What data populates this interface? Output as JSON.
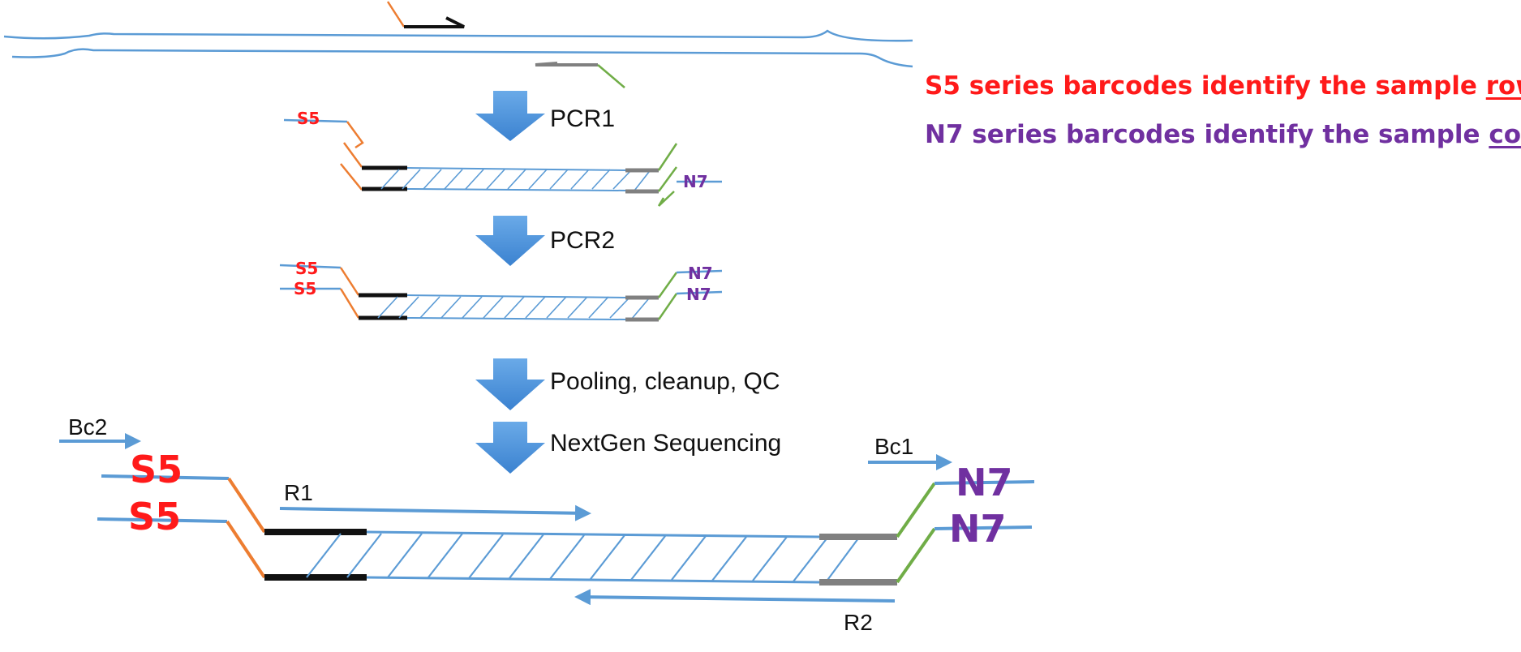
{
  "legend": {
    "s5_prefix": "S5 series barcodes identify the sample ",
    "s5_underlined": "row",
    "s5_color": "#ff1a1a",
    "n7_prefix": "N7 series barcodes identify the sample ",
    "n7_underlined": "column",
    "n7_color": "#7030a0"
  },
  "steps": {
    "pcr1": "PCR1",
    "pcr2": "PCR2",
    "pooling": "Pooling, cleanup, QC",
    "sequencing": "NextGen Sequencing"
  },
  "barcodes": {
    "s5": "S5",
    "n7": "N7"
  },
  "reads": {
    "bc2": "Bc2",
    "bc1": "Bc1",
    "r1": "R1",
    "r2": "R2"
  },
  "colors": {
    "dna": "#5b9bd5",
    "primer_f": "#ed7d31",
    "primer_r": "#70ad47",
    "anchor_left": "#000000",
    "anchor_right": "#808080",
    "step_arrow": "#4a90d9"
  }
}
